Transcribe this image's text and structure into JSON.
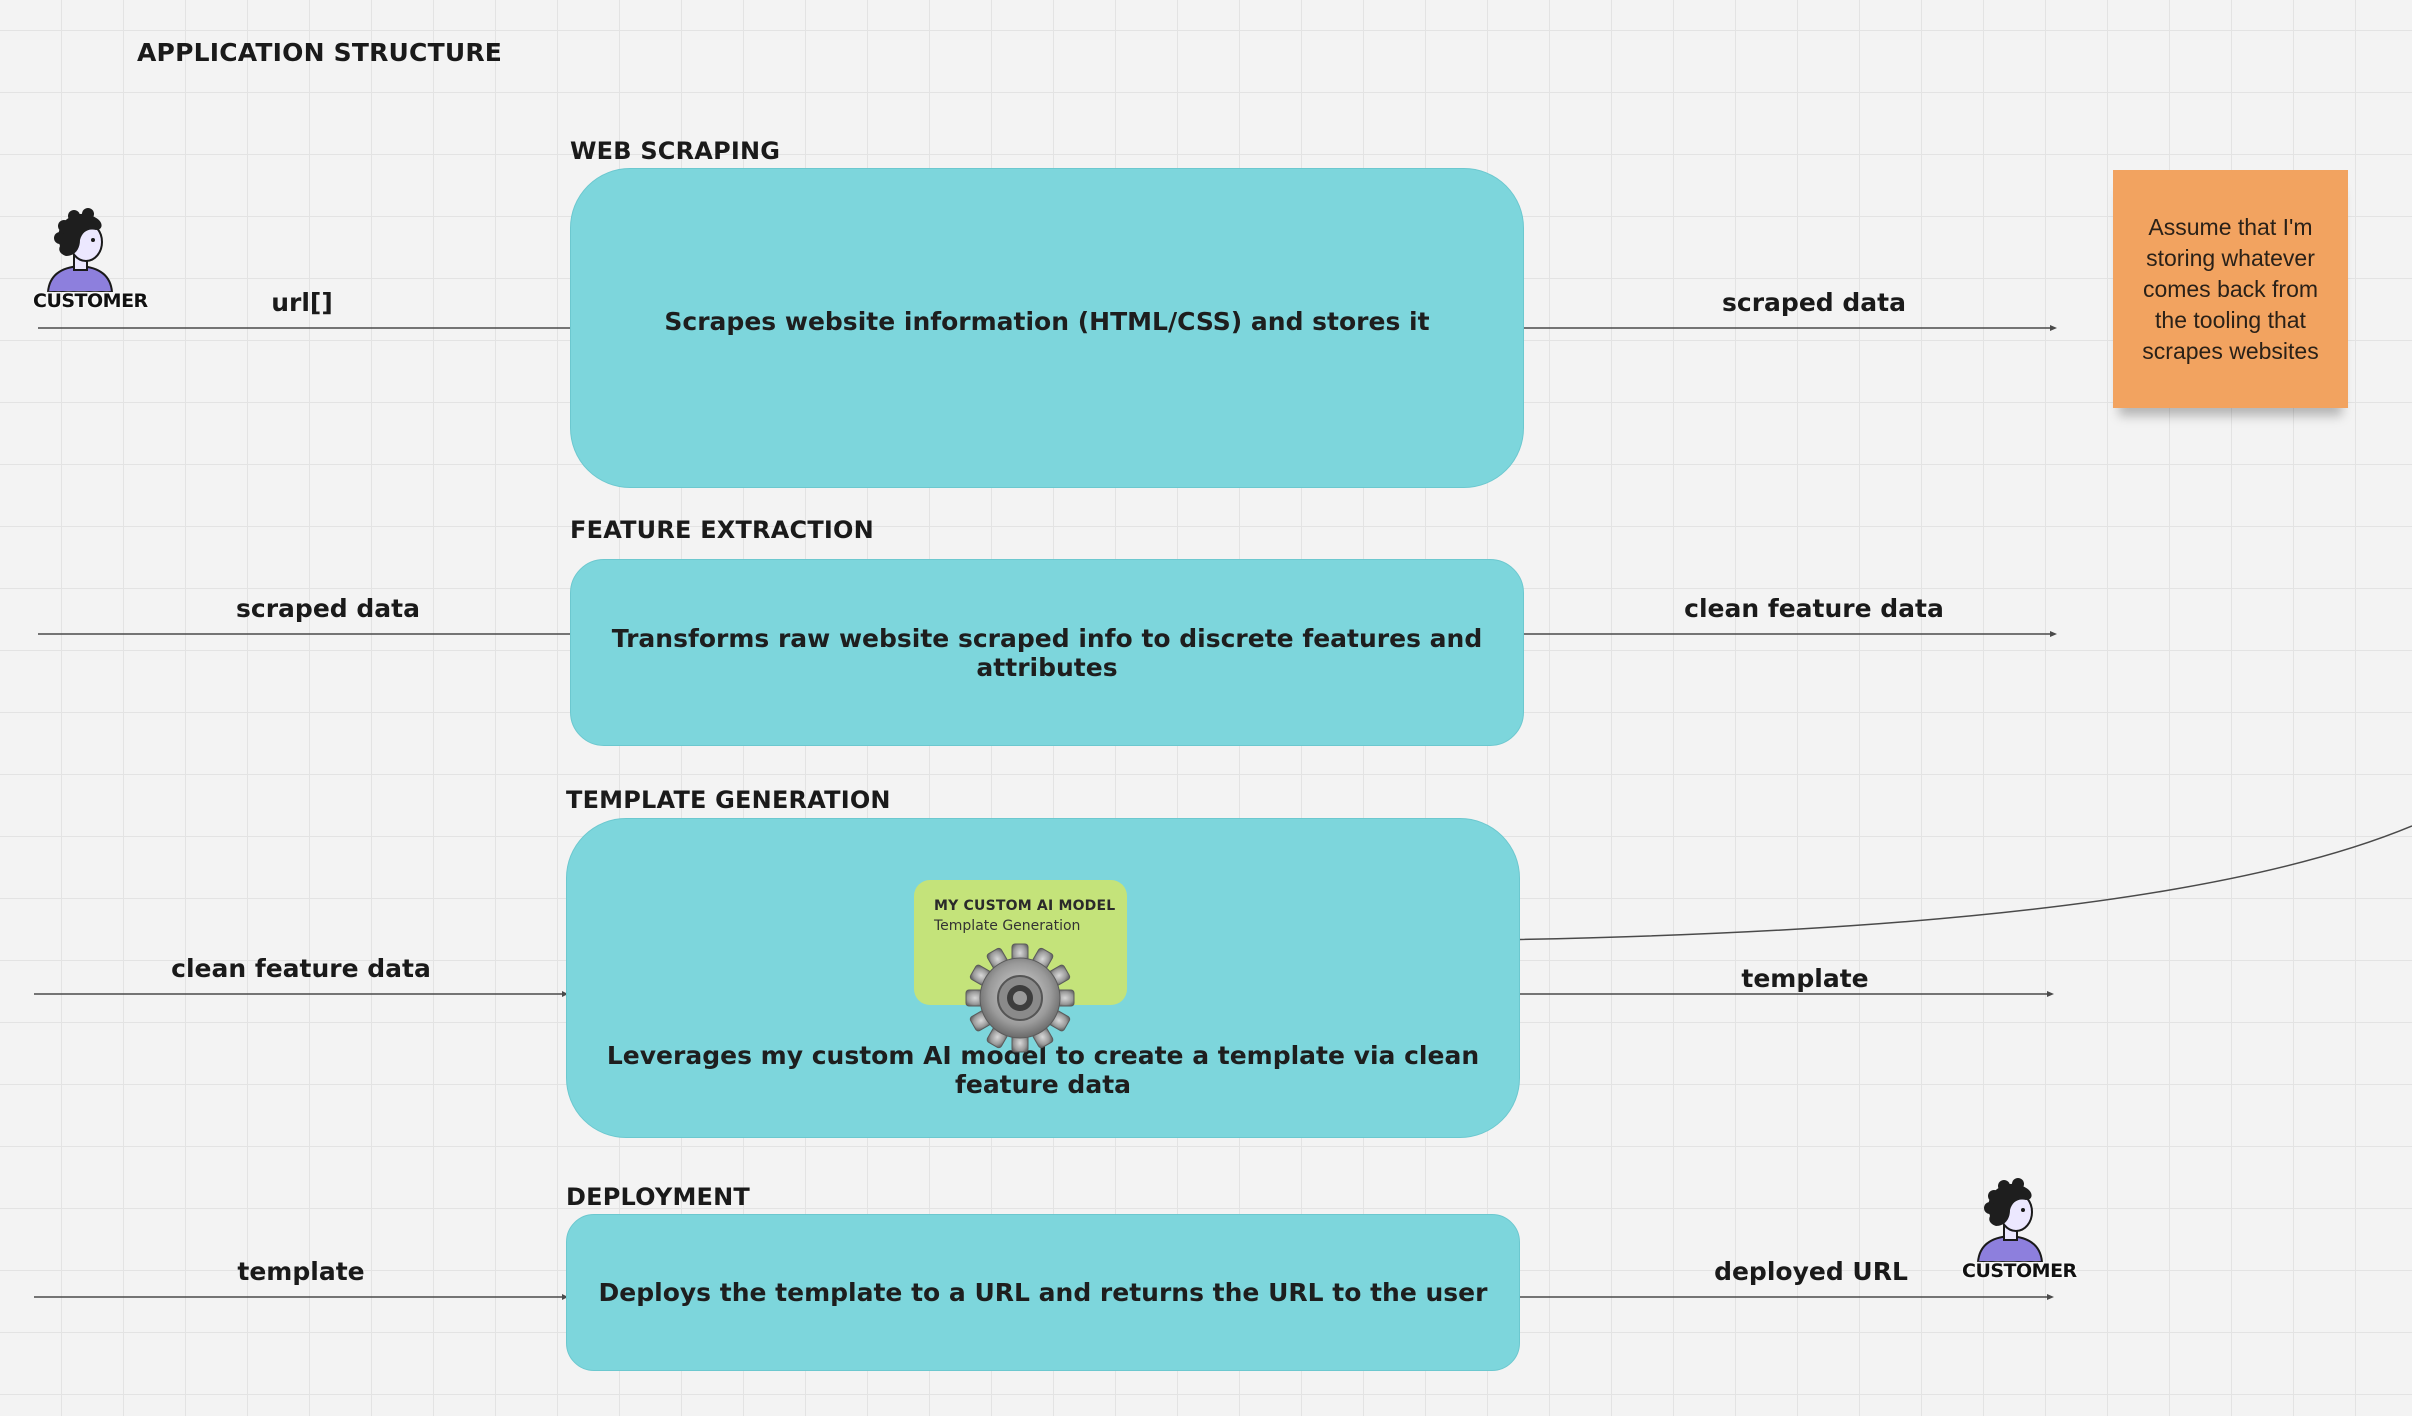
{
  "page_title": "APPLICATION STRUCTURE",
  "stages": [
    {
      "title": "WEB SCRAPING",
      "description": "Scrapes website information (HTML/CSS) and stores it",
      "input": "url[]",
      "output": "scraped data"
    },
    {
      "title": "FEATURE EXTRACTION",
      "description": "Transforms raw website scraped info to discrete features and attributes",
      "input": "scraped data",
      "output": "clean feature data"
    },
    {
      "title": "TEMPLATE GENERATION",
      "description": "Leverages my custom AI model to create a template via clean feature data",
      "input": "clean feature data",
      "output": "template"
    },
    {
      "title": "DEPLOYMENT",
      "description": "Deploys the template to a URL and returns the URL to the user",
      "input": "template",
      "output": "deployed URL"
    }
  ],
  "ai_model": {
    "title": "MY CUSTOM AI MODEL",
    "subtitle": "Template Generation"
  },
  "sticky_note": "Assume that I'm storing whatever comes back from the tooling that scrapes websites",
  "customers": [
    "CUSTOMER",
    "CUSTOMER"
  ],
  "colors": {
    "stage_box": "#7dd6dc",
    "sticky": "#f2a360",
    "ai_card": "#c4e37a",
    "avatar": "#8d7fdd"
  },
  "icons": [
    "customer-avatar-icon",
    "gear-icon"
  ]
}
